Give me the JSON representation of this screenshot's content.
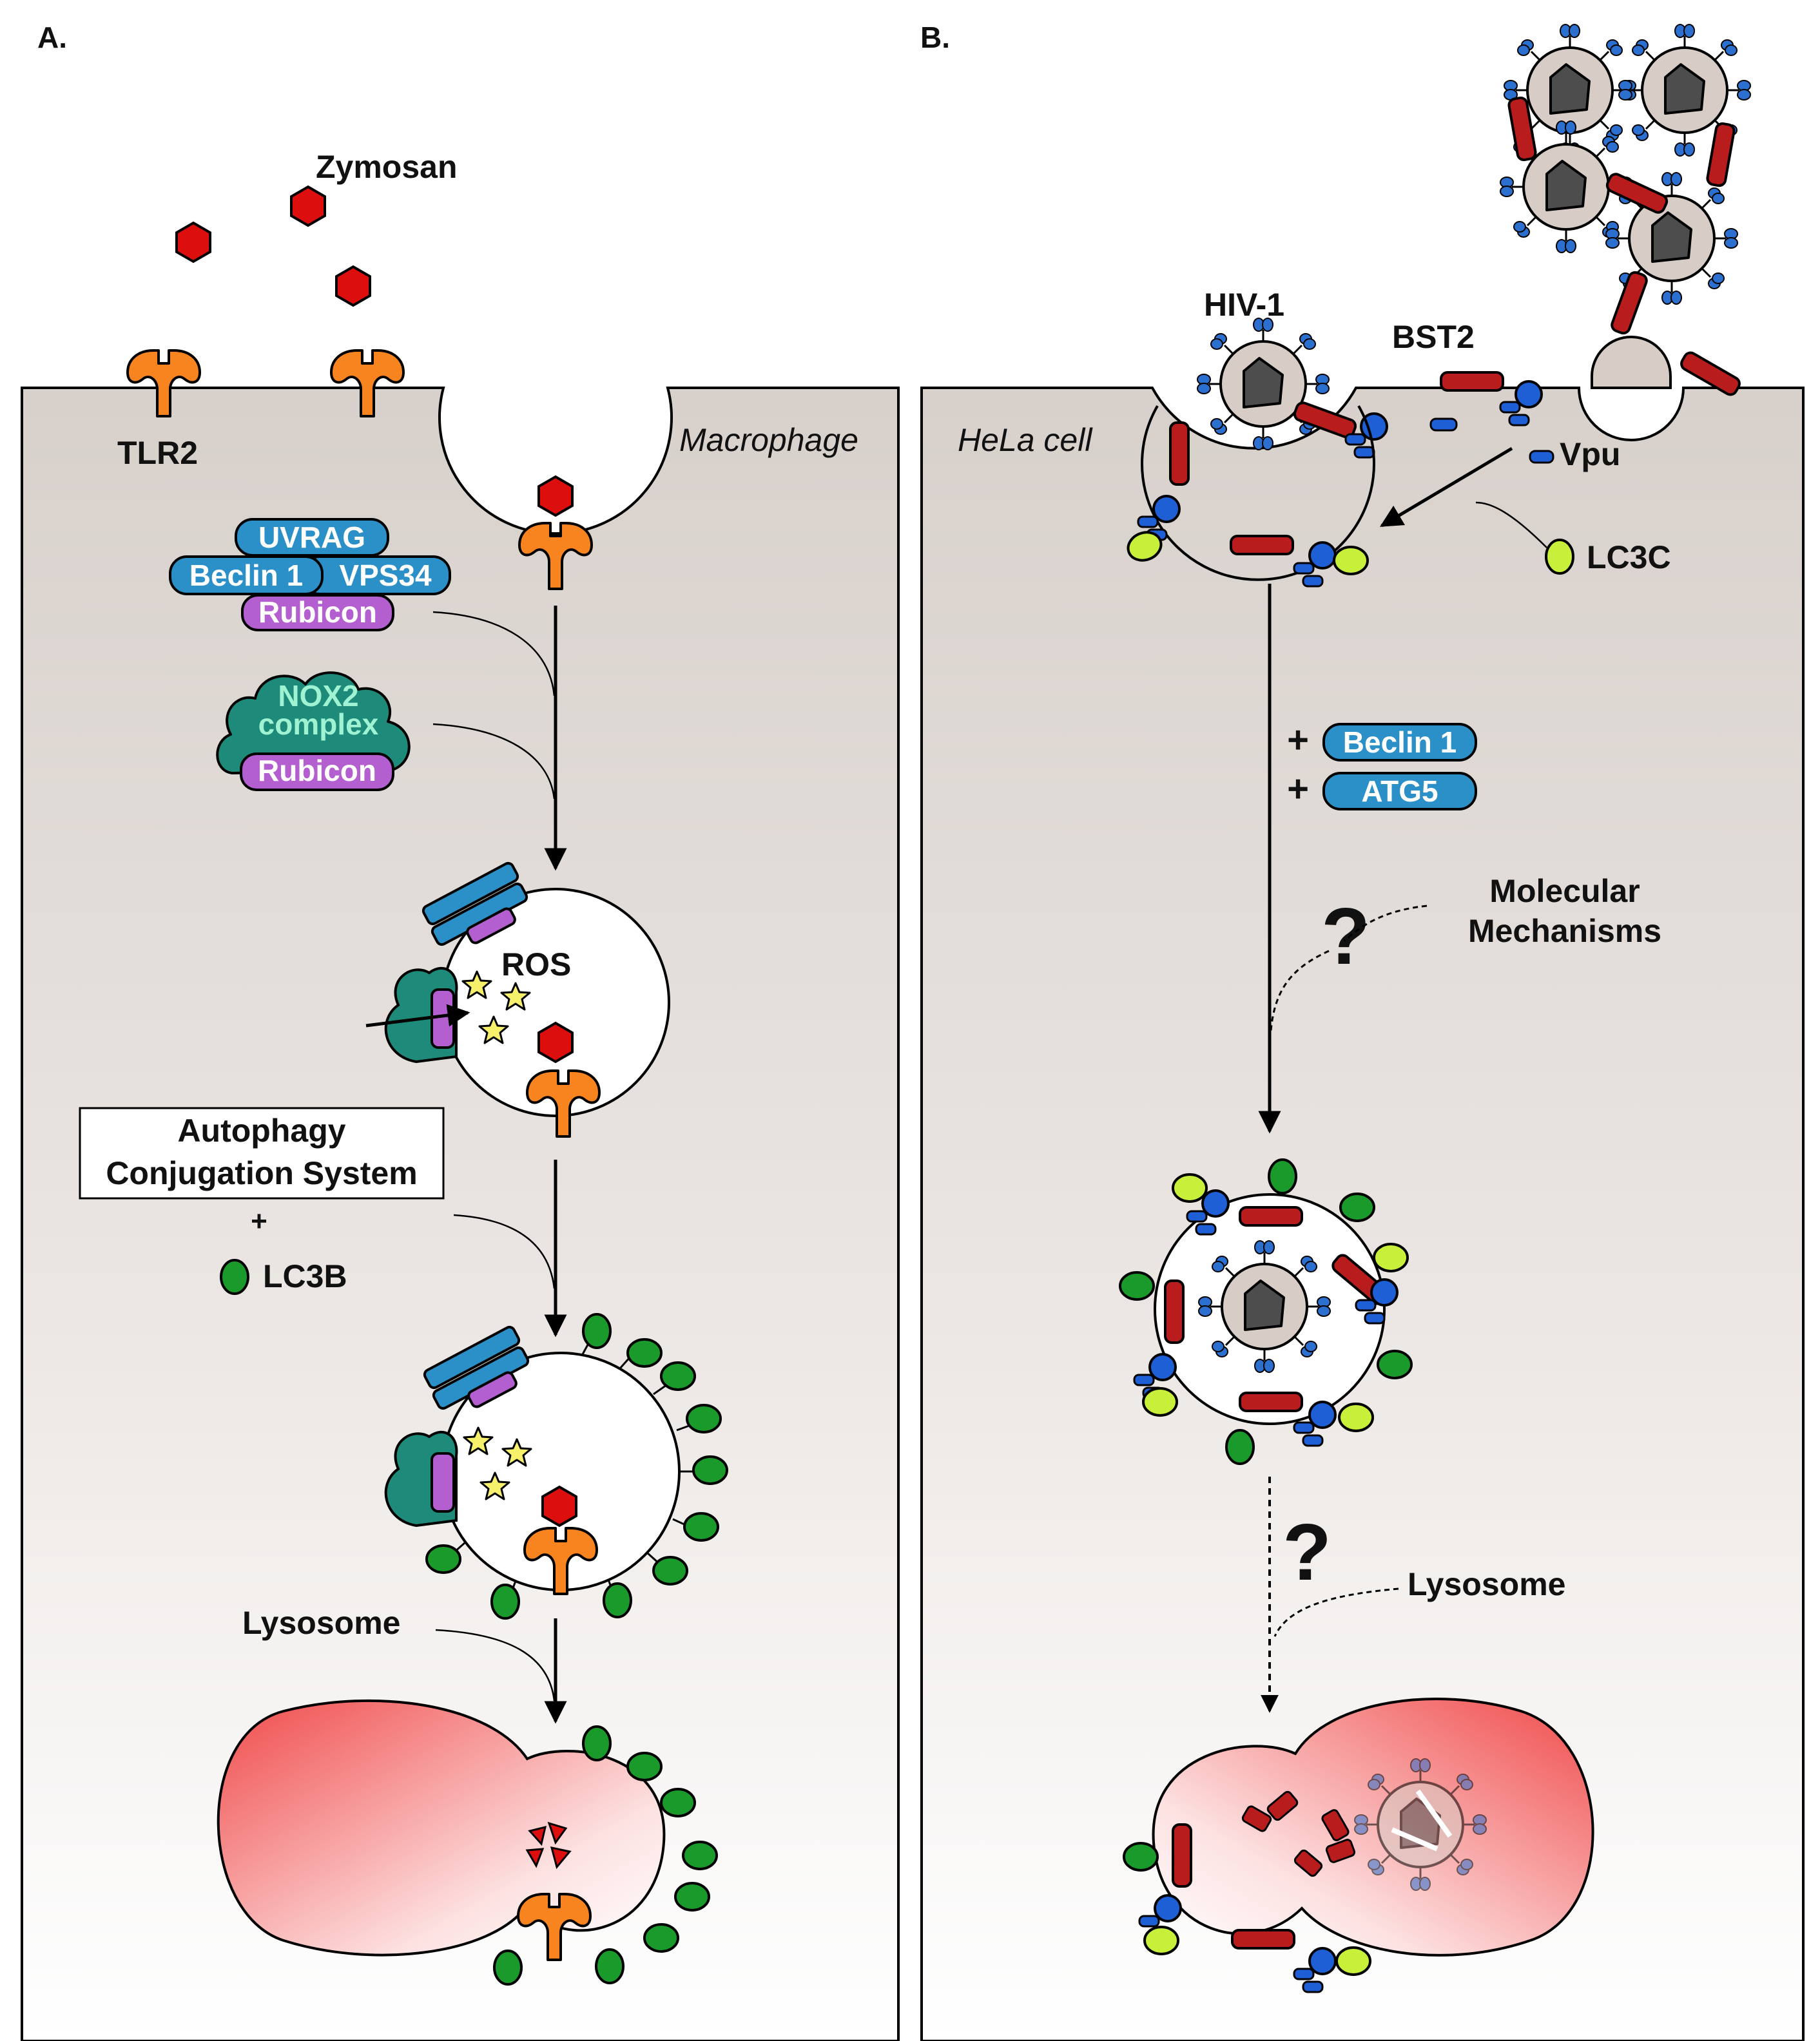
{
  "panelA": {
    "label": "A.",
    "cell_type": "Macrophage",
    "ligand": "Zymosan",
    "receptor": "TLR2",
    "complex1": {
      "top": "UVRAG",
      "left": "Beclin 1",
      "right": "VPS34",
      "bottom": "Rubicon"
    },
    "complex2": {
      "line1": "NOX2",
      "line2": "complex",
      "bottom": "Rubicon"
    },
    "ros": "ROS",
    "conjugation": {
      "line1": "Autophagy",
      "line2": "Conjugation System"
    },
    "plus": "+",
    "lc3": "LC3B",
    "lysosome": "Lysosome"
  },
  "panelB": {
    "label": "B.",
    "cell_type": "HeLa cell",
    "virus": "HIV-1",
    "tether": "BST2",
    "vpu": "Vpu",
    "lc3": "LC3C",
    "factors": [
      {
        "sign": "+",
        "name": "Beclin 1"
      },
      {
        "sign": "+",
        "name": "ATG5"
      }
    ],
    "question": "?",
    "unknown": {
      "line1": "Molecular",
      "line2": "Mechanisms"
    },
    "lysosome": "Lysosome"
  },
  "colors": {
    "cytoplasm_top": "#d7d0cb",
    "tlr2": "#f7841e",
    "zymosan": "#dd0e0e",
    "pill_blue": "#2b8fc8",
    "pill_purple": "#b45fd0",
    "nox2": "#1d8a7a",
    "lc3b": "#1b9a2c",
    "lc3c": "#c8f03a",
    "bst2": "#b81c1c",
    "vpu": "#1f5fd6",
    "ros_star": "#f6f06a",
    "lysosome": "#f25555"
  }
}
